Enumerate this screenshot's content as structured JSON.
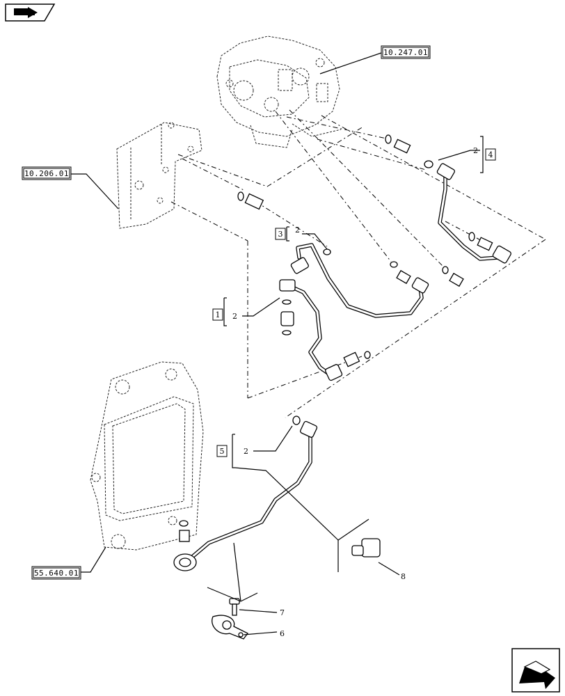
{
  "references": {
    "pump_ref": "10.247.01",
    "bracket_ref": "10.206.01",
    "cooler_ref": "55.640.01"
  },
  "callouts": {
    "group_1": "1",
    "group_3": "3",
    "group_4": "4",
    "group_5": "5",
    "seal_2a": "2",
    "seal_2b": "2",
    "seal_2c": "2",
    "seal_2d": "2",
    "clamp_6": "6",
    "bolt_7": "7",
    "sensor_8": "8"
  },
  "icons": {
    "top_left": "book-arrow-icon",
    "bottom_right": "next-page-arrow-icon"
  }
}
